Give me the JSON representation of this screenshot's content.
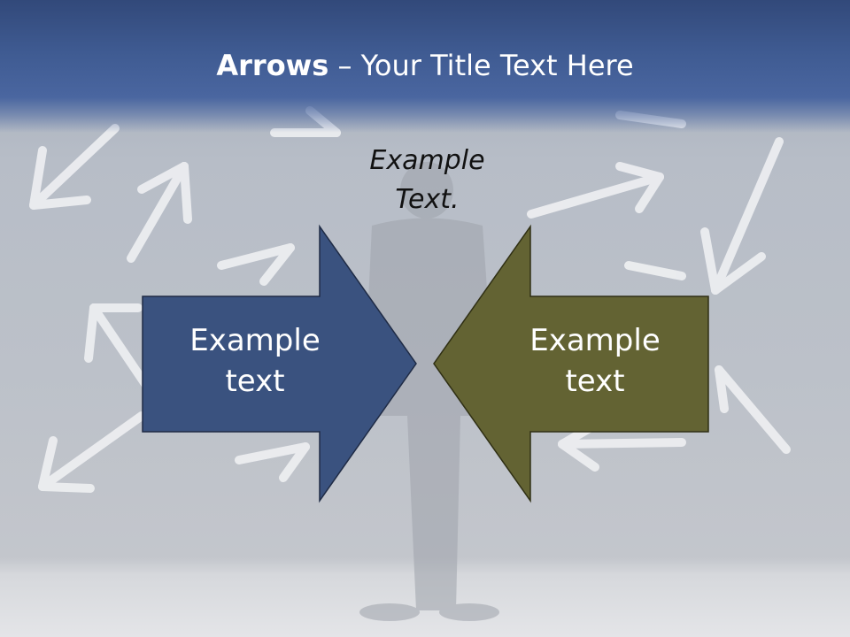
{
  "slide": {
    "title_bold": "Arrows",
    "title_rest": " – Your Title Text Here",
    "top_text": "Example Text.",
    "left_arrow": {
      "label": "Example text",
      "color": "#3a527f"
    },
    "right_arrow": {
      "label": "Example text",
      "color": "#636333"
    },
    "background": {
      "header_color": "#3f5b92",
      "chalk_color": "#f2f3f5"
    }
  }
}
